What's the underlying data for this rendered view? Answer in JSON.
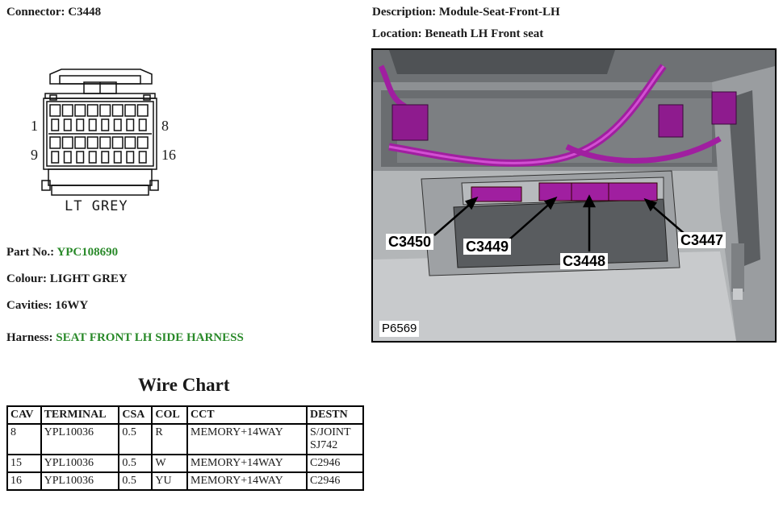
{
  "connector": {
    "label": "Connector:",
    "value": "C3448"
  },
  "description": {
    "label": "Description:",
    "value": "Module-Seat-Front-LH"
  },
  "location": {
    "label": "Location:",
    "value": "Beneath LH Front seat"
  },
  "connector_diagram": {
    "pin_labels": {
      "top_left": "1",
      "top_right": "8",
      "bottom_left": "9",
      "bottom_right": "16"
    },
    "caption": "LT GREY"
  },
  "part_no": {
    "label": "Part No.:",
    "value": "YPC108690"
  },
  "colour": {
    "label": "Colour:",
    "value": "LIGHT GREY"
  },
  "cavities": {
    "label": "Cavities:",
    "value": "16WY"
  },
  "harness": {
    "label": "Harness:",
    "value": "SEAT FRONT LH SIDE HARNESS"
  },
  "wire_chart": {
    "title": "Wire Chart",
    "headers": [
      "CAV",
      "TERMINAL",
      "CSA",
      "COL",
      "CCT",
      "DESTN"
    ],
    "rows": [
      [
        "8",
        "YPL10036",
        "0.5",
        "R",
        "MEMORY+14WAY",
        "S/JOINT SJ742"
      ],
      [
        "15",
        "YPL10036",
        "0.5",
        "W",
        "MEMORY+14WAY",
        "C2946"
      ],
      [
        "16",
        "YPL10036",
        "0.5",
        "YU",
        "MEMORY+14WAY",
        "C2946"
      ]
    ]
  },
  "location_image": {
    "callouts": [
      "C3450",
      "C3449",
      "C3448",
      "C3447"
    ],
    "image_ref": "P6569"
  },
  "colors": {
    "accent_green": "#2a8a2a",
    "connector_magenta": "#a01fa0"
  }
}
